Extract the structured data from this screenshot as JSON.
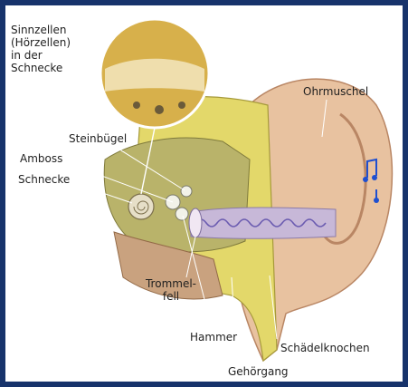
{
  "colors": {
    "frame": "#17336b",
    "panel": "#ffffff",
    "skin": "#e8c2a0",
    "skull": "#e3d86a",
    "canal": "#c7b8d8",
    "nerve": "#6a5bb0",
    "tissue": "#b9b36a",
    "notes": "#1e4fd0"
  },
  "labels": {
    "sinneszellen_line1": "Sinnzellen",
    "sinneszellen_line2": "(Hörzellen)",
    "sinneszellen_line3": "in der",
    "sinneszellen_line4": "Schnecke",
    "ohrmuschel": "Ohrmuschel",
    "steinbuegel": "Steinbügel",
    "amboss": "Amboss",
    "schnecke": "Schnecke",
    "trommelfell_line1": "Trommel-",
    "trommelfell_line2": "fell",
    "hammer": "Hammer",
    "schaedelknochen": "Schädelknochen",
    "gehoergang": "Gehörgang"
  },
  "icons": {
    "music_notes": "music-notes-icon"
  }
}
